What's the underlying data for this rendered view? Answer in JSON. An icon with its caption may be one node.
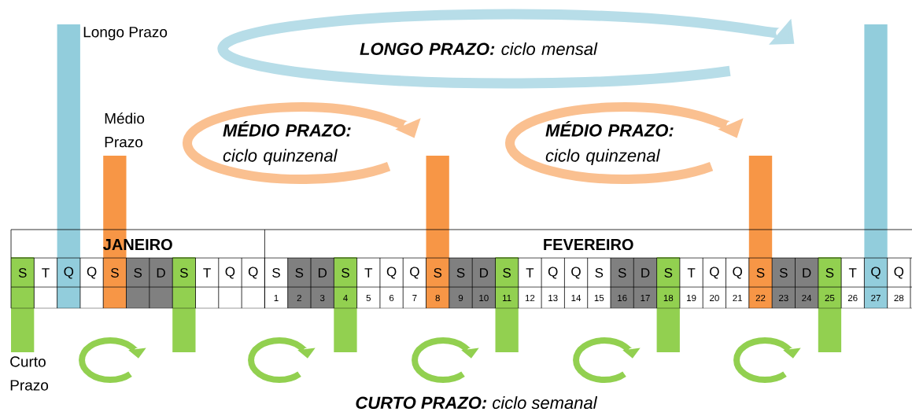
{
  "diagram": {
    "nodes": [
      {
        "text": [
          "**LONGO PRAZO:** ciclo mensal"
        ]
      },
      {
        "text": [
          "**MÉDIO PRAZO:** ciclo quinzenal"
        ]
      },
      {
        "text": [
          "**MÉDIO PRAZO:** ciclo quinzenal"
        ]
      },
      {
        "text": [],
        "shape": "circle"
      },
      {
        "text": [],
        "shape": "circle"
      },
      {
        "text": [],
        "shape": "circle"
      },
      {
        "text": [],
        "shape": "circle"
      },
      {
        "text": [],
        "shape": "circle"
      }
    ],
    "labels": [
      "Longo Prazo",
      "Médio Prazo",
      "JANEIRO",
      "FEVEREIRO",
      "S",
      "T",
      "Q",
      "Q",
      "S",
      "S",
      "D",
      "S",
      "T",
      "Q",
      "Q",
      "S",
      "S",
      "D",
      "S",
      "T",
      "Q",
      "Q",
      "S",
      "S",
      "D",
      "S",
      "T",
      "Q",
      "Q",
      "S",
      "S",
      "D",
      "S",
      "T",
      "Q",
      "Q",
      "S",
      "S",
      "D",
      "S",
      "T",
      "Q",
      "Q",
      "1",
      "2",
      "3",
      "4",
      "5",
      "6",
      "7",
      "8",
      "9",
      "10",
      "11",
      "12",
      "13",
      "14",
      "15",
      "16",
      "17",
      "18",
      "19",
      "20",
      "21",
      "22",
      "23",
      "24",
      "25",
      "26",
      "27",
      "28",
      "Curto Prazo",
      "**CURTO PRAZO:** ciclo semanal"
    ]
  }
}
